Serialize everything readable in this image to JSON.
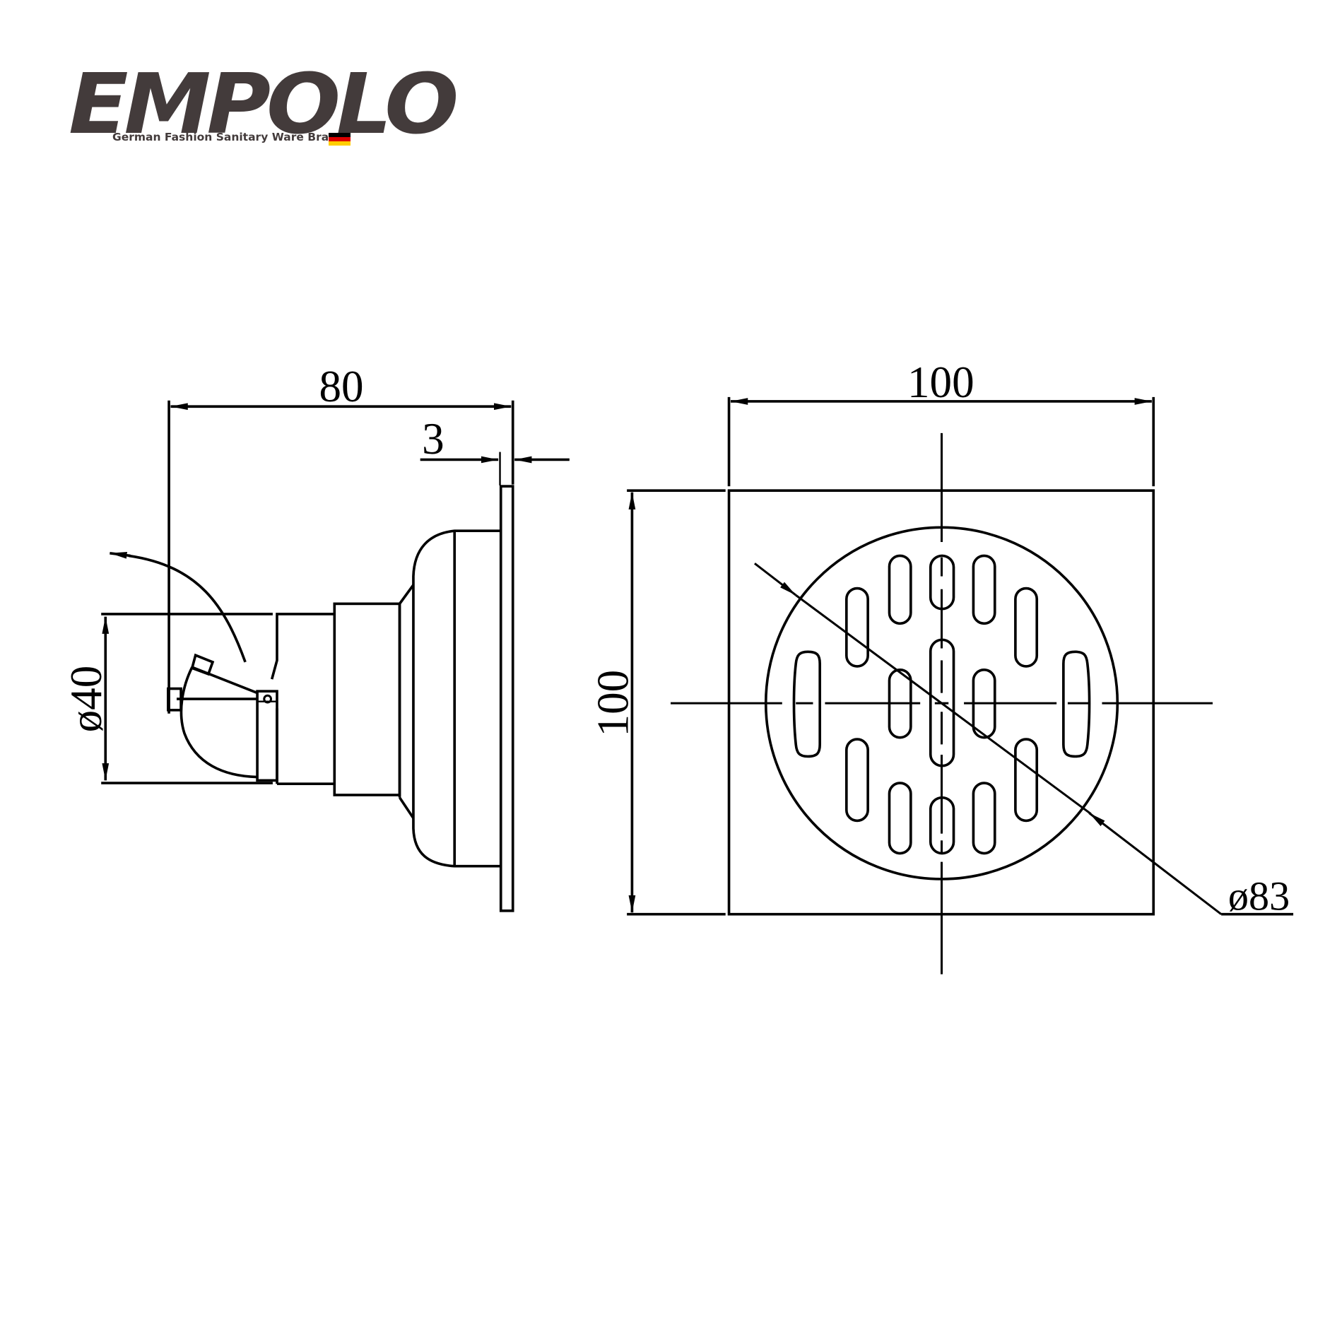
{
  "brand": {
    "name": "EMPOLO",
    "tagline": "German Fashion Sanitary Ware Brand",
    "color": "#433b3b",
    "flag_colors": [
      "#000000",
      "#dd0000",
      "#ffce00"
    ]
  },
  "side_view": {
    "dim_overall_length": "80",
    "dim_plate_thickness": "3",
    "dim_outlet_diameter": "ø40"
  },
  "top_view": {
    "dim_width": "100",
    "dim_height": "100",
    "dim_grate_diameter": "ø83"
  },
  "colors": {
    "line": "#000000",
    "background": "#ffffff"
  }
}
